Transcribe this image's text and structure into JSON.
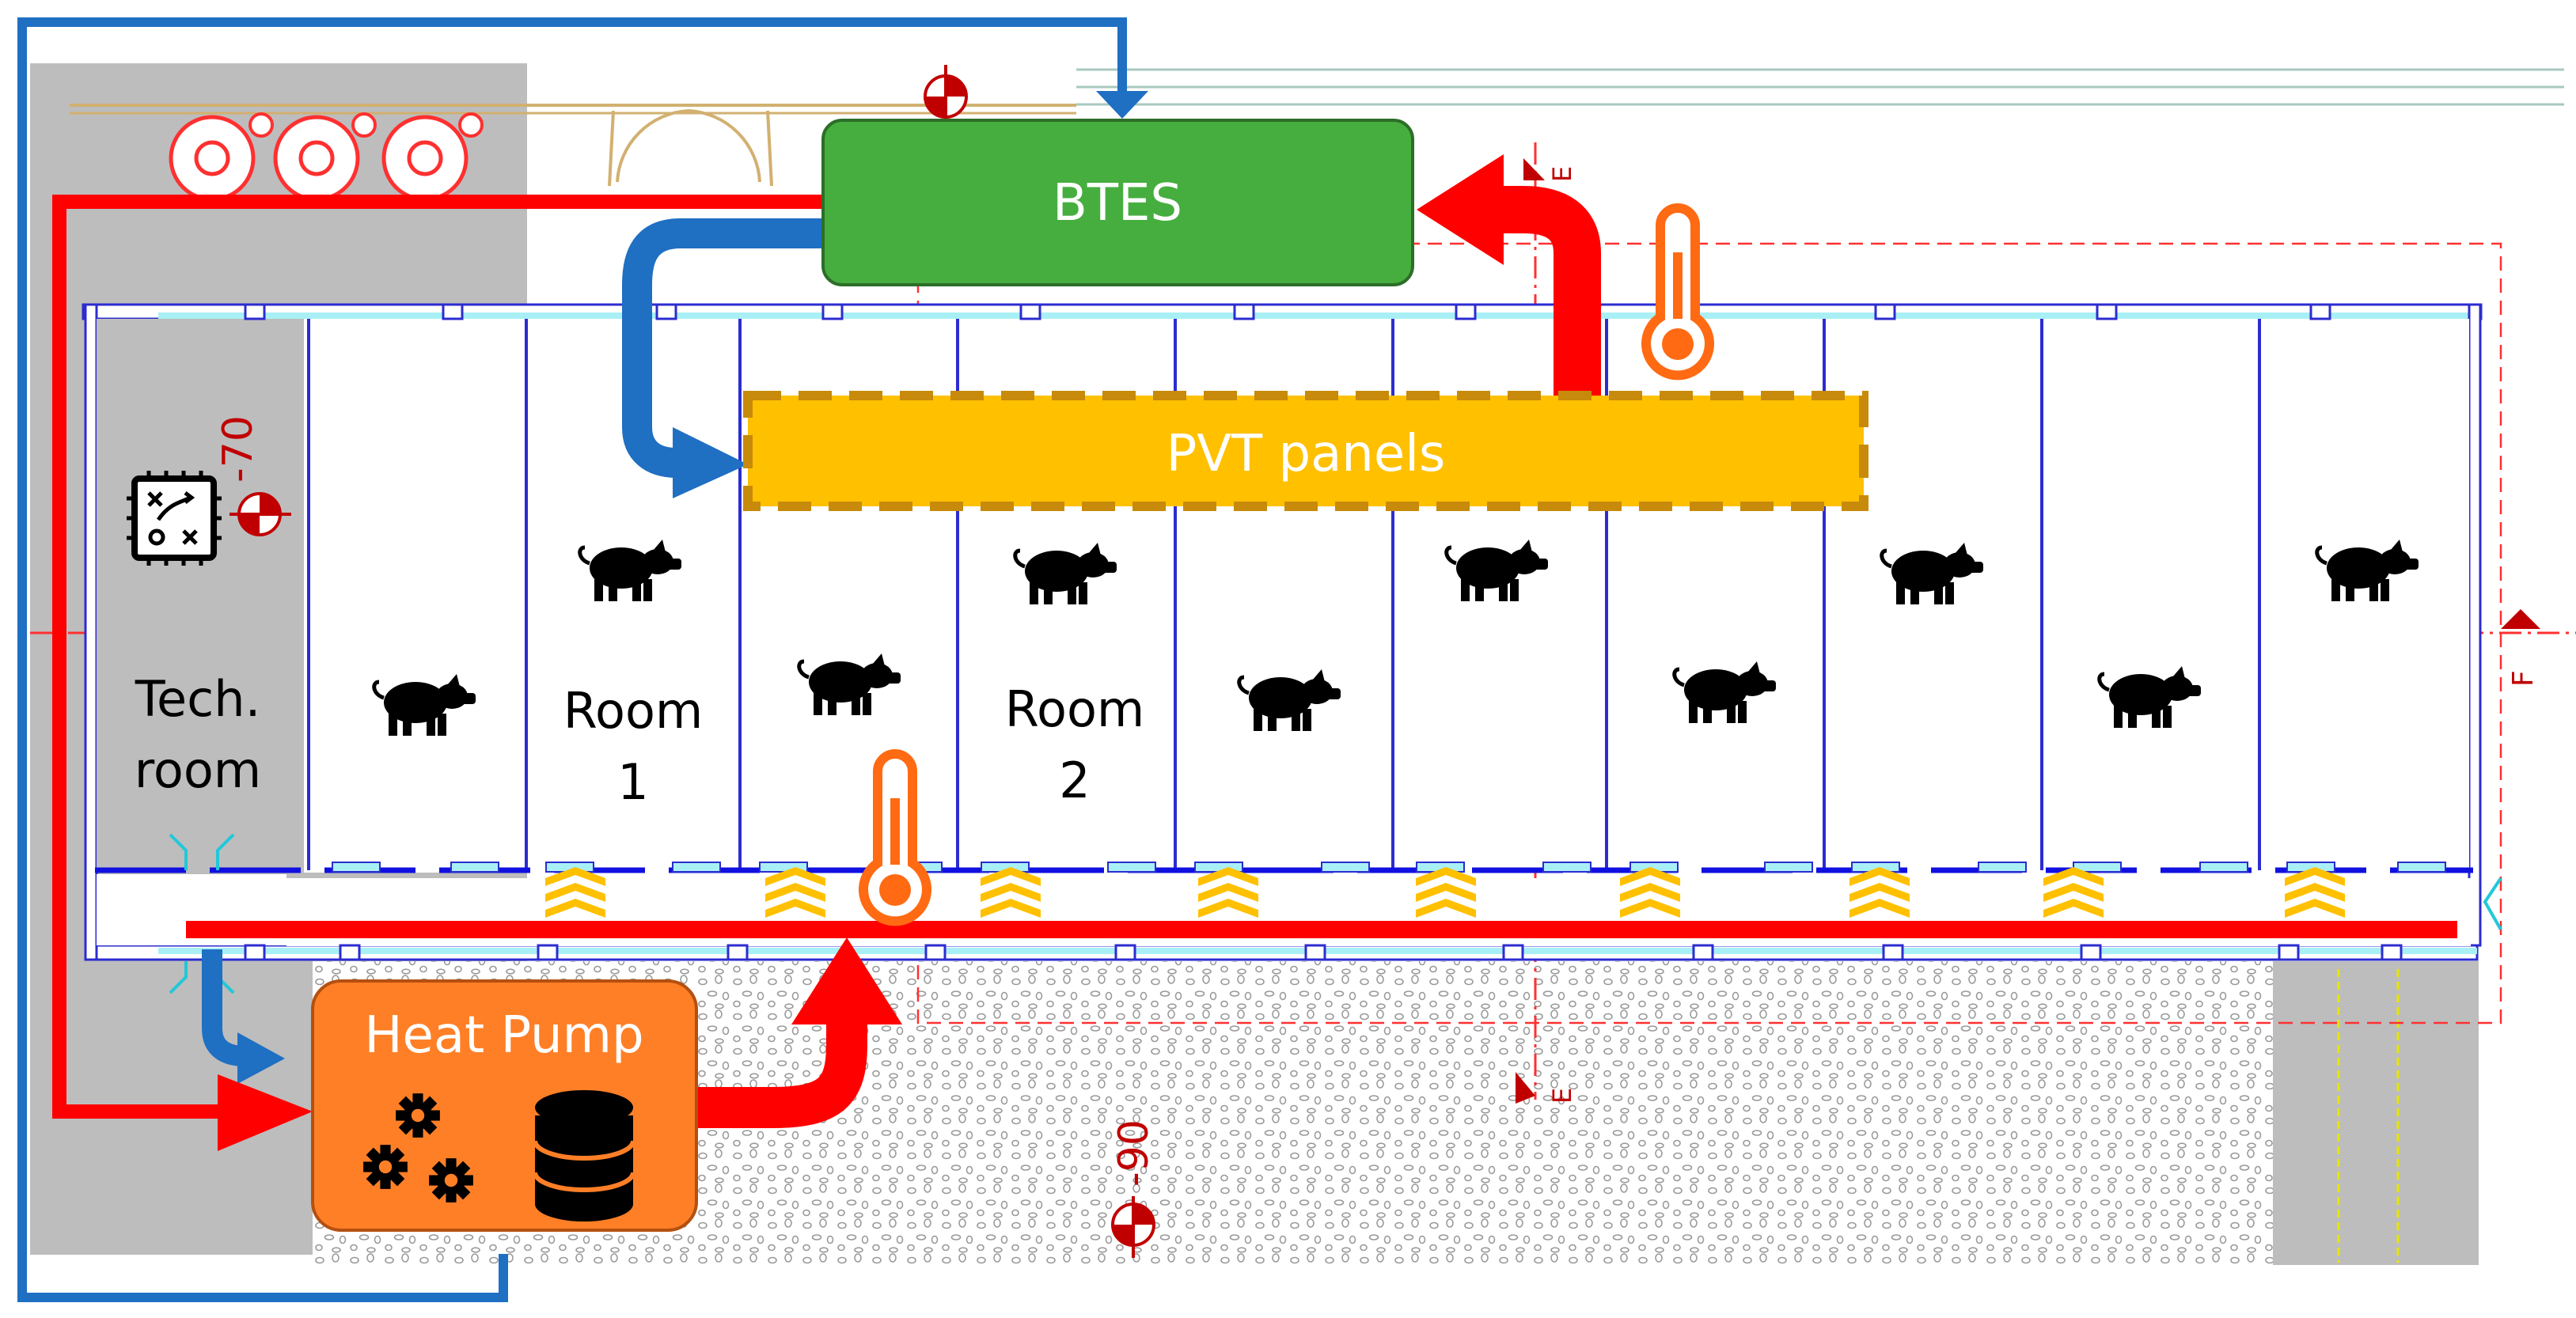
{
  "labels": {
    "btes": "BTES",
    "pvt": "PVT panels",
    "heat_pump": "Heat Pump",
    "tech_room_line1": "Tech.",
    "tech_room_line2": "room",
    "room1_line1": "Room",
    "room1_line2": "1",
    "room2_line1": "Room",
    "room2_line2": "2",
    "level_top": "-70",
    "level_bottom": "-90",
    "section_mark_top": "E",
    "section_mark_bottom": "E",
    "section_mark_right": "F"
  },
  "colors": {
    "btes_fill": "#46ae3f",
    "pvt_fill": "#ffc000",
    "pvt_border": "#c88a0a",
    "heat_pump_fill": "#ff7f27",
    "hot_flow": "#ff0000",
    "cold_flow": "#1f6fc2",
    "thermometer": "#ff6a13",
    "wall_line": "#2c2cd0",
    "tech_room_bg": "#bdbdbd",
    "vent_chevron": "#ffc000"
  },
  "icons": {
    "animals": "pig-icon",
    "control": "control-panel-icon",
    "gears": "gears-icon",
    "storage": "database-icon",
    "sensor": "thermometer-icon"
  }
}
